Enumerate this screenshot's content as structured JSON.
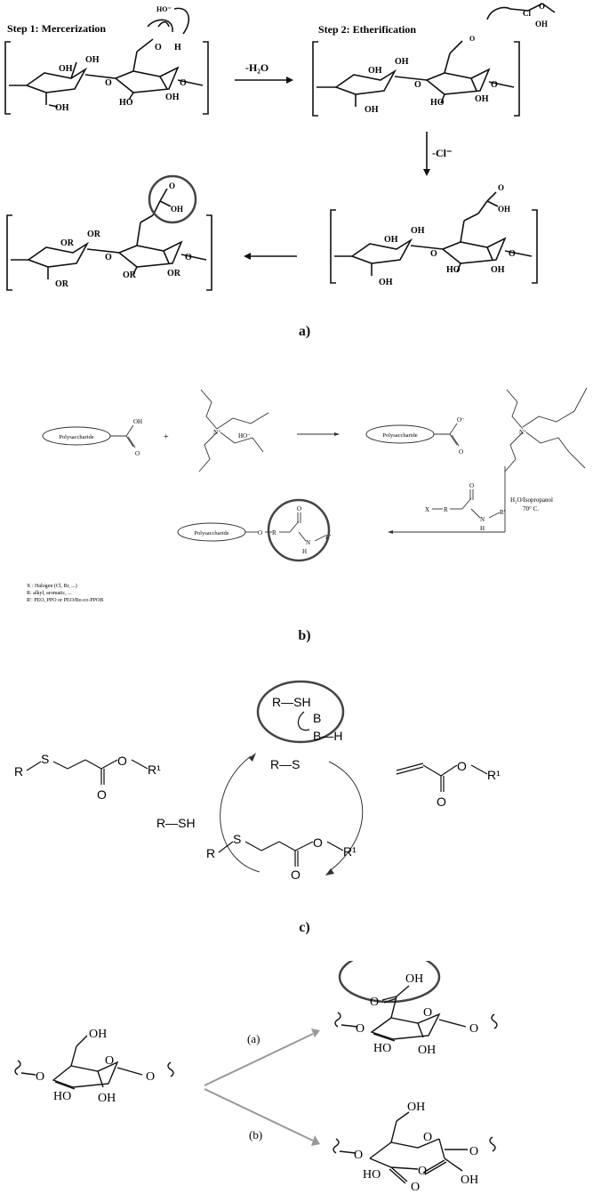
{
  "panel_a": {
    "step1": "Step 1: Mercerization",
    "step2": "Step 2: Etherification",
    "arrow_h2o": "-H₂O",
    "arrow_cl": "-Cl⁻",
    "lbl_ho_minus": "HO⁻",
    "lbl_h": "H",
    "lbl_o": "O",
    "lbl_oh": "OH",
    "lbl_ho": "HO",
    "lbl_or": "OR",
    "lbl_cl": "Cl",
    "caption": "a)"
  },
  "panel_b": {
    "polysaccharide": "Polysaccharide",
    "oh": "OH",
    "o_minus": "O⁻",
    "ho_minus": "HO⁻",
    "plus": "+",
    "n_plus": "N⁺",
    "o": "O",
    "x": "X",
    "r": "R",
    "n": "N",
    "h": "H",
    "r_prime": "R'",
    "conditions_1": "H₂O/Isopropanol",
    "conditions_2": "70° C.",
    "legend_1": "X : Halogen (Cl, Br, ...)",
    "legend_2": "R: alkyl, aromatic, ...",
    "legend_3": "R': PEO, PPO or PEO/Bo-co-PPOB",
    "caption": "b)"
  },
  "panel_c": {
    "r_sh": "R—SH",
    "b": "B",
    "b_h": "B—H",
    "r_s": "R—S",
    "r": "R",
    "s": "S",
    "o": "O",
    "r1": "R¹",
    "caption": "c)"
  },
  "panel_d": {
    "oh": "OH",
    "ho": "HO",
    "o": "O",
    "label_a": "(a)",
    "label_b": "(b)"
  }
}
